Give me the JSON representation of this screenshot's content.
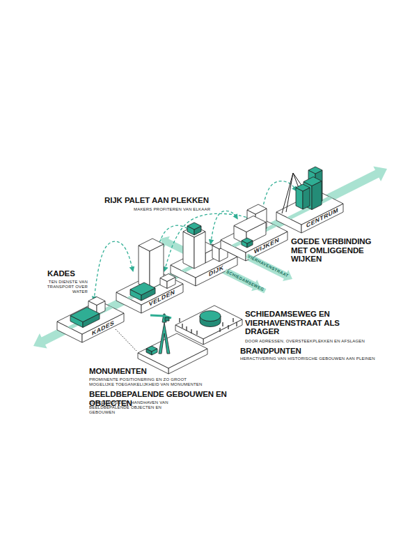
{
  "diagram": {
    "nodes": [
      {
        "text": [
          "KADES"
        ]
      },
      {
        "text": [
          "VELDEN"
        ]
      },
      {
        "text": [
          "DIJK"
        ]
      },
      {
        "text": [
          "WIJKEN"
        ]
      },
      {
        "text": [
          "CENTRUM"
        ]
      }
    ],
    "edges": [
      {
        "from": 0,
        "to": 1,
        "arrow": "both"
      },
      {
        "from": 1,
        "to": 2,
        "arrow": "both"
      },
      {
        "from": 1,
        "to": 3,
        "arrow": "both"
      },
      {
        "from": 2,
        "to": 3,
        "arrow": "both"
      },
      {
        "from": 3,
        "to": 4,
        "arrow": "both"
      }
    ],
    "labels": [
      "RIJK PALET AAN PLEKKEN",
      "MAKERS PROFITEREN VAN ELKAAR",
      "KADES",
      "TEN DIENSTE VAN TRANSPORT OVER WATER",
      "GOEDE VERBINDING MET OMLIGGENDE WIJKEN",
      "SCHIEDAMSEWEG EN VIERHAVENSTRAAT ALS DRAGER",
      "DOOR ADRESSEN, OVERSTEEKPLEKKEN EN AFSLAGEN",
      "BRANDPUNTEN",
      "HERACTIVERING VAN HISTORISCHE GEBOUWEN AAN PLEINEN",
      "MONUMENTEN",
      "PROMINENTE POSITIONERING EN ZO GROOT MOGELIJKE TOEGANKELIJKHEID VAN MONUMENTEN",
      "BEELDBEPALENDE GEBOUWEN EN OBJECTEN",
      "ZOVEEL MOGELIJK HANDHAVEN VAN BEELDBEPALENDE OBJECTEN EN GEBOUWEN",
      "SCHIEDAMSEWEG",
      "VIERHAVENSTRAAT"
    ]
  }
}
